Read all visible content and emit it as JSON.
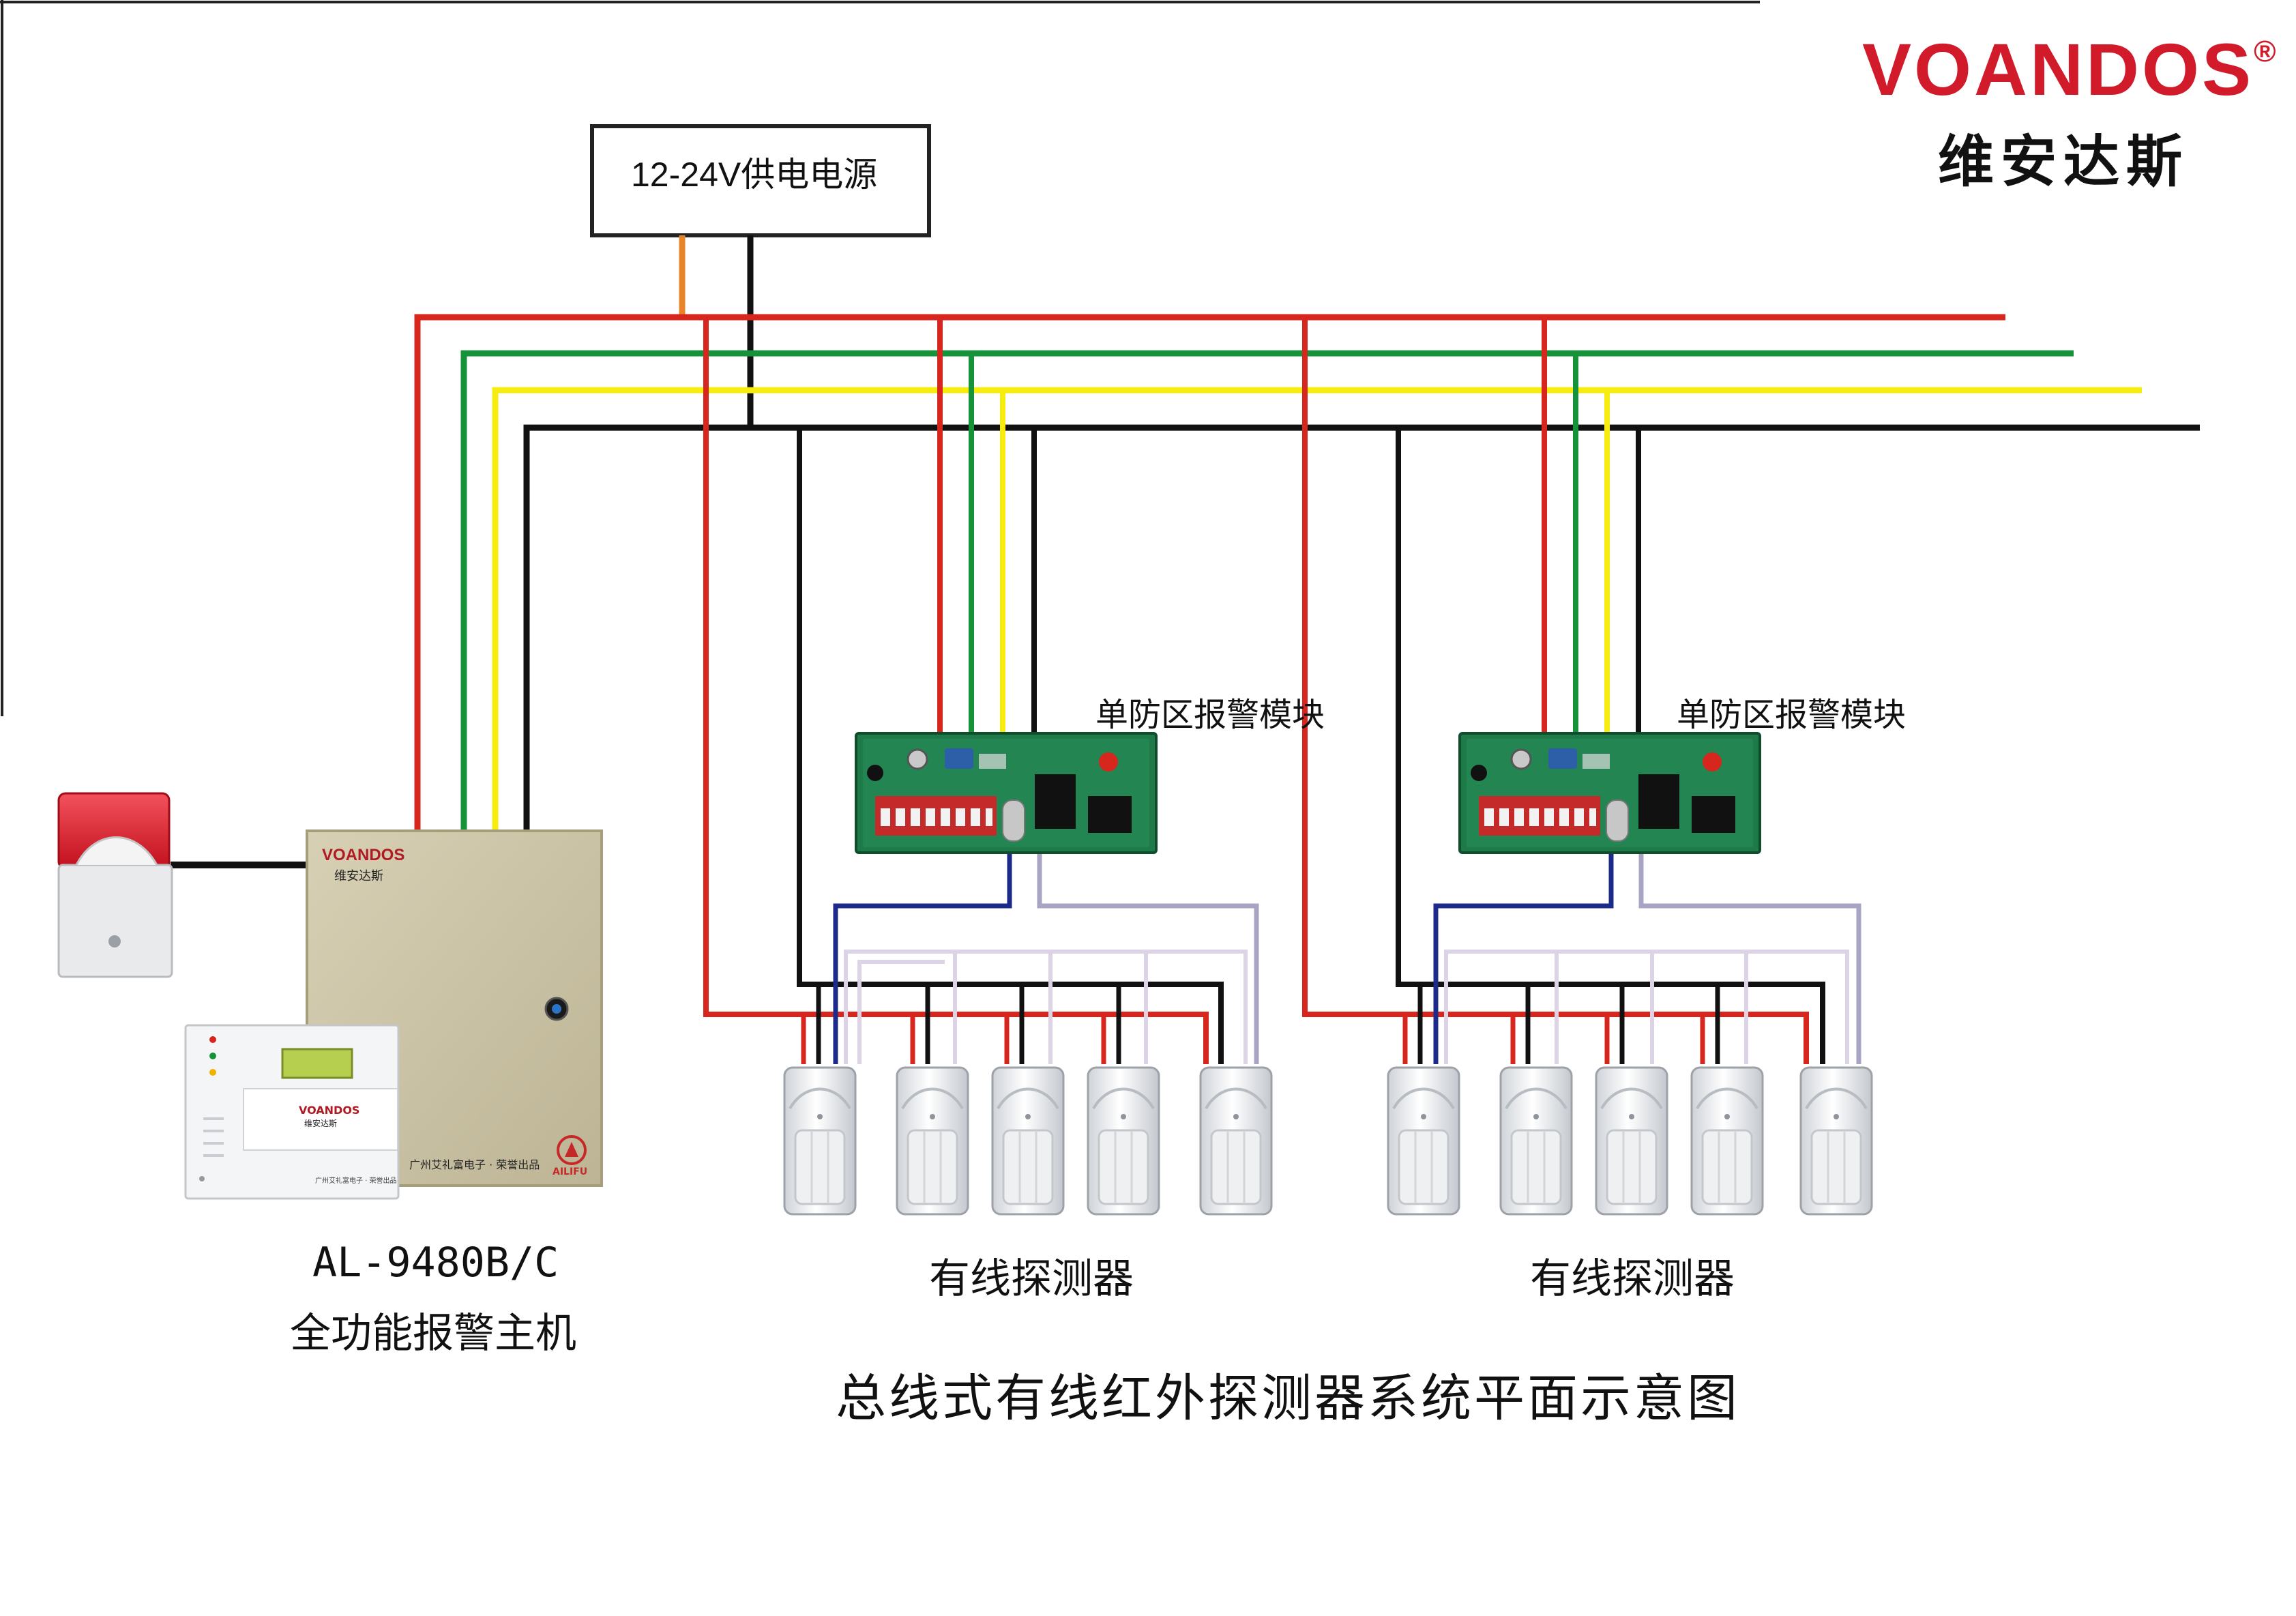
{
  "brand": {
    "name": "VOANDOS",
    "registered": "®",
    "cn_name": "维安达斯"
  },
  "power_supply": {
    "label": "12-24V供电电源"
  },
  "modules": [
    {
      "label": "单防区报警模块"
    },
    {
      "label": "单防区报警模块"
    }
  ],
  "detector_groups": [
    {
      "label": "有线探测器"
    },
    {
      "label": "有线探测器"
    }
  ],
  "panel": {
    "model": "AL-9480B/C",
    "name": "全功能报警主机",
    "box_brand": "VOANDOS",
    "box_brand_cn": "维安达斯",
    "box_maker": "广州艾礼富电子 · 荣誉出品",
    "box_logo": "AILIFU",
    "keypad_brand": "VOANDOS",
    "keypad_brand_cn": "维安达斯",
    "keypad_maker": "广州艾礼富电子 · 荣誉出品"
  },
  "diagram_title": "总线式有线红外探测器系统平面示意图",
  "colors": {
    "red_wire": "#d7261e",
    "green_wire": "#16933a",
    "yellow_wire": "#f6ec10",
    "black_wire": "#111111",
    "orange_wire": "#e8842a",
    "navy_wire": "#1c2a8a",
    "lavender_wire": "#a7a4c4",
    "pale_wire": "#d9cfe2",
    "pcb_green": "#1f7a4a",
    "panel_beige": "#c9c1a2",
    "strobe_red": "#e0212e"
  }
}
